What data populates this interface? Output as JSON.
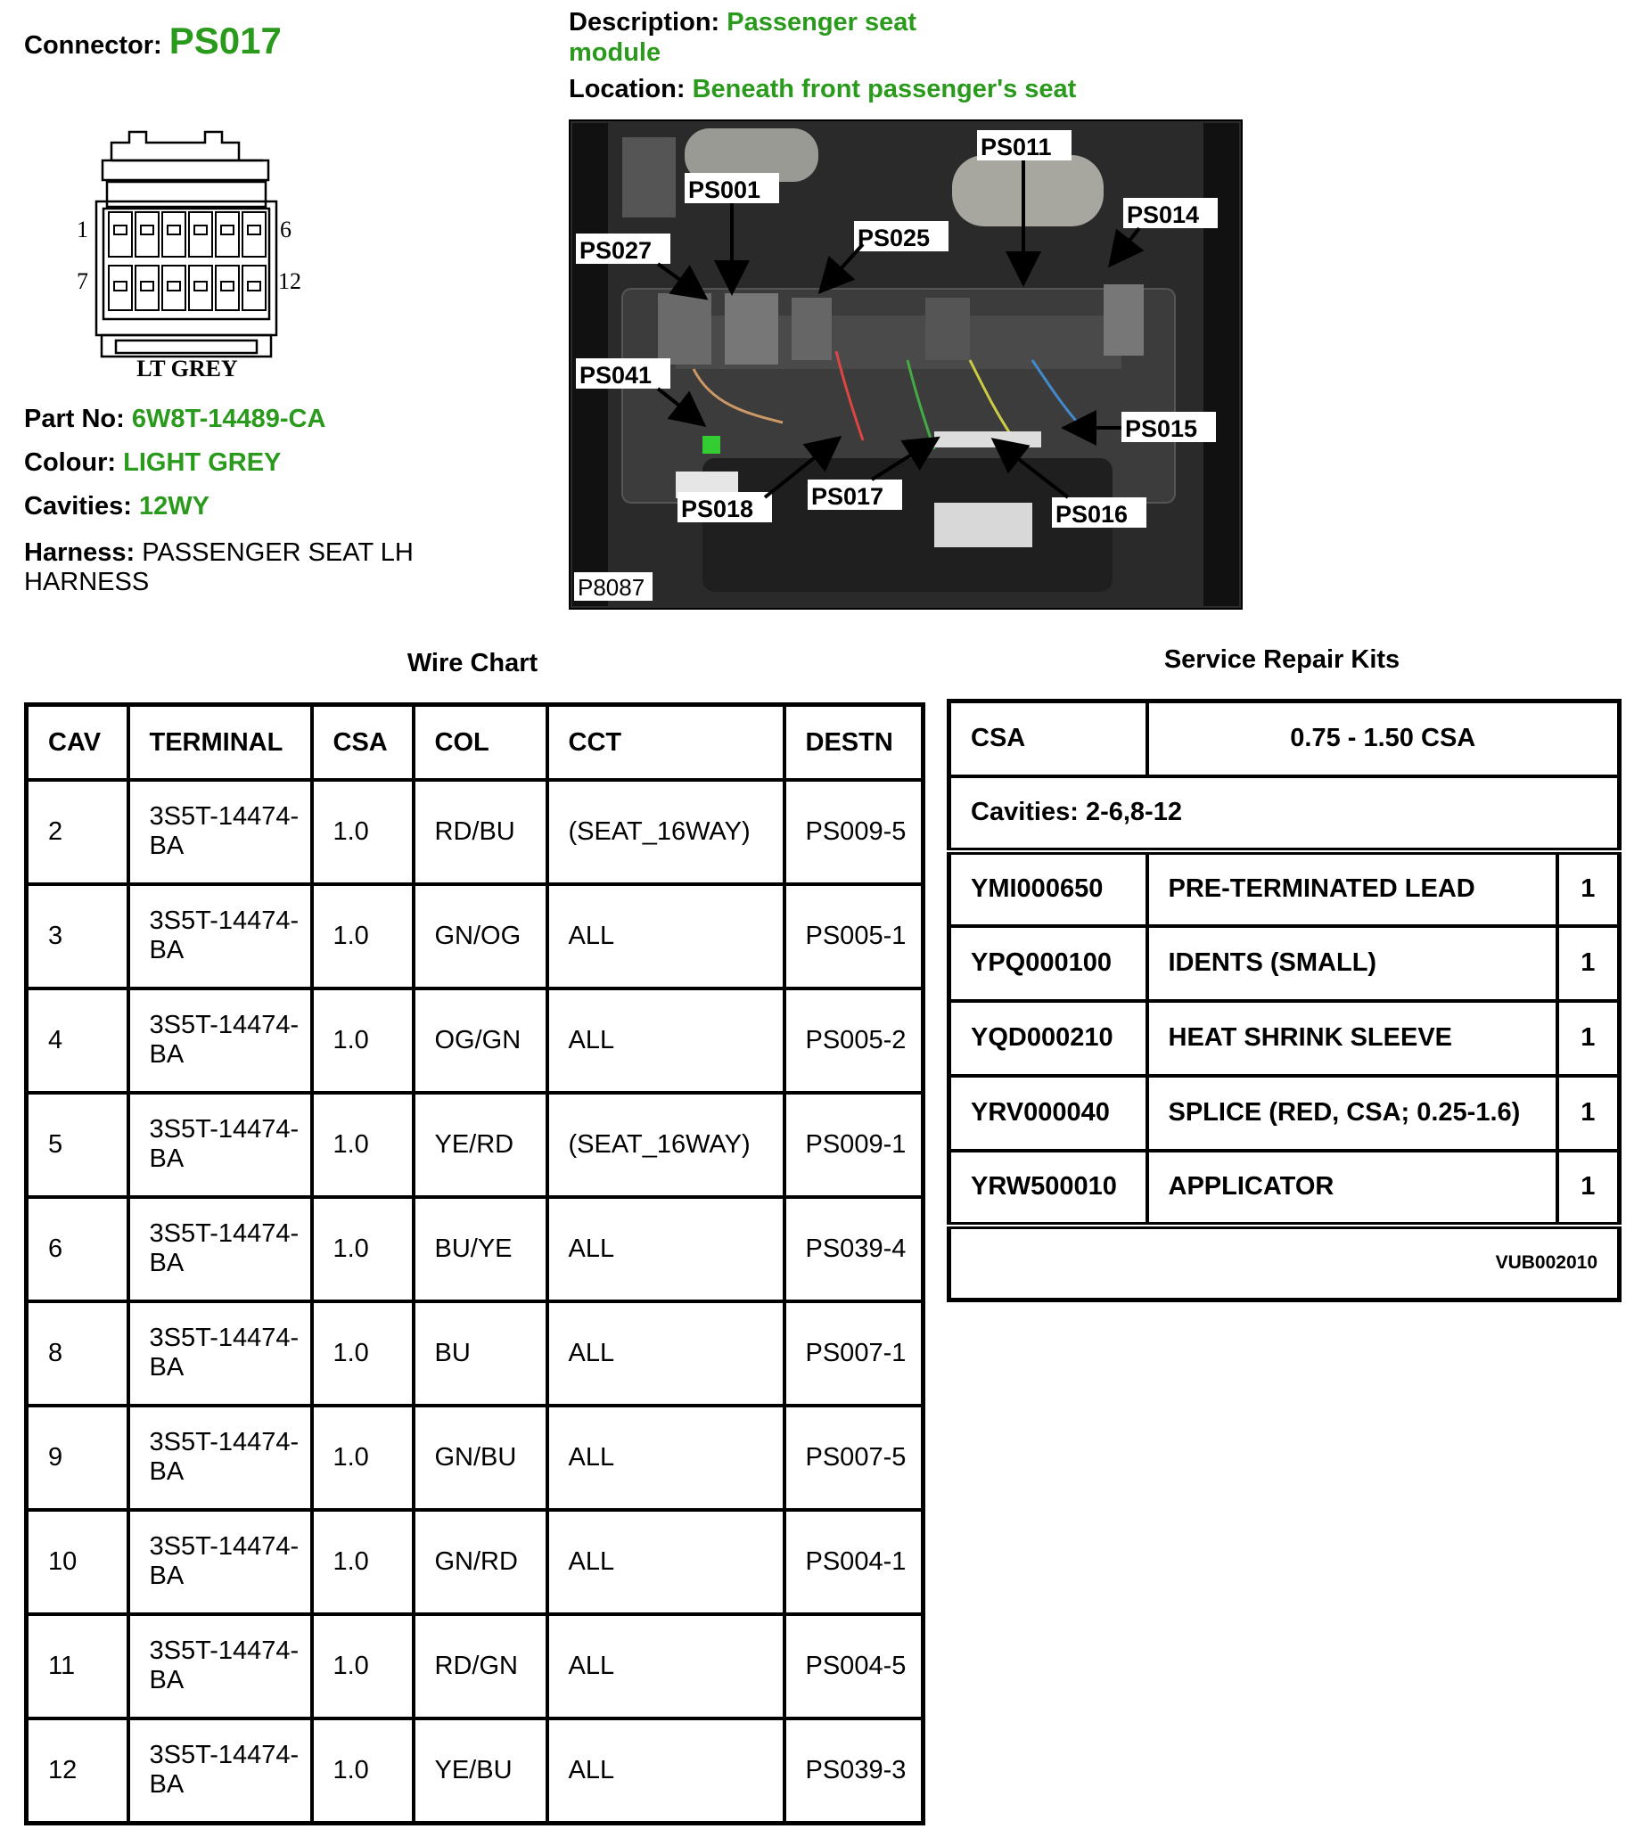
{
  "connector": {
    "label": "Connector:",
    "id": "PS017"
  },
  "diagram": {
    "pin_1": "1",
    "pin_6": "6",
    "pin_7": "7",
    "pin_12": "12",
    "color_text": "LT GREY"
  },
  "part_no": {
    "label": "Part No:",
    "value": "6W8T-14489-CA"
  },
  "colour": {
    "label": "Colour:",
    "value": "LIGHT GREY"
  },
  "cavities": {
    "label": "Cavities:",
    "value": "12WY"
  },
  "harness": {
    "label": "Harness:",
    "value": "PASSENGER SEAT LH HARNESS"
  },
  "description": {
    "label": "Description:",
    "value": "Passenger seat module"
  },
  "location": {
    "label": "Location:",
    "value": "Beneath front passenger's seat"
  },
  "photo": {
    "code": "P8087",
    "callouts": [
      "PS011",
      "PS001",
      "PS025",
      "PS014",
      "PS027",
      "PS041",
      "PS015",
      "PS018",
      "PS017",
      "PS016"
    ]
  },
  "wire_chart": {
    "title": "Wire Chart",
    "headers": [
      "CAV",
      "TERMINAL",
      "CSA",
      "COL",
      "CCT",
      "DESTN"
    ],
    "rows": [
      [
        "2",
        "3S5T-14474-BA",
        "1.0",
        "RD/BU",
        "(SEAT_16WAY)",
        "PS009-5"
      ],
      [
        "3",
        "3S5T-14474-BA",
        "1.0",
        "GN/OG",
        "ALL",
        "PS005-1"
      ],
      [
        "4",
        "3S5T-14474-BA",
        "1.0",
        "OG/GN",
        "ALL",
        "PS005-2"
      ],
      [
        "5",
        "3S5T-14474-BA",
        "1.0",
        "YE/RD",
        "(SEAT_16WAY)",
        "PS009-1"
      ],
      [
        "6",
        "3S5T-14474-BA",
        "1.0",
        "BU/YE",
        "ALL",
        "PS039-4"
      ],
      [
        "8",
        "3S5T-14474-BA",
        "1.0",
        "BU",
        "ALL",
        "PS007-1"
      ],
      [
        "9",
        "3S5T-14474-BA",
        "1.0",
        "GN/BU",
        "ALL",
        "PS007-5"
      ],
      [
        "10",
        "3S5T-14474-BA",
        "1.0",
        "GN/RD",
        "ALL",
        "PS004-1"
      ],
      [
        "11",
        "3S5T-14474-BA",
        "1.0",
        "RD/GN",
        "ALL",
        "PS004-5"
      ],
      [
        "12",
        "3S5T-14474-BA",
        "1.0",
        "YE/BU",
        "ALL",
        "PS039-3"
      ]
    ]
  },
  "kits": {
    "title": "Service Repair Kits",
    "csa_label": "CSA",
    "csa_value": "0.75 - 1.50 CSA",
    "cavities_text": "Cavities: 2-6,8-12",
    "items": [
      [
        "YMI000650",
        "PRE-TERMINATED LEAD",
        "1"
      ],
      [
        "YPQ000100",
        "IDENTS (SMALL)",
        "1"
      ],
      [
        "YQD000210",
        "HEAT SHRINK SLEEVE",
        "1"
      ],
      [
        "YRV000040",
        "SPLICE (RED, CSA; 0.25-1.6)",
        "1"
      ],
      [
        "YRW500010",
        "APPLICATOR",
        "1"
      ]
    ],
    "reference": "VUB002010"
  },
  "colors": {
    "accent_green": "#2a9a1c"
  }
}
